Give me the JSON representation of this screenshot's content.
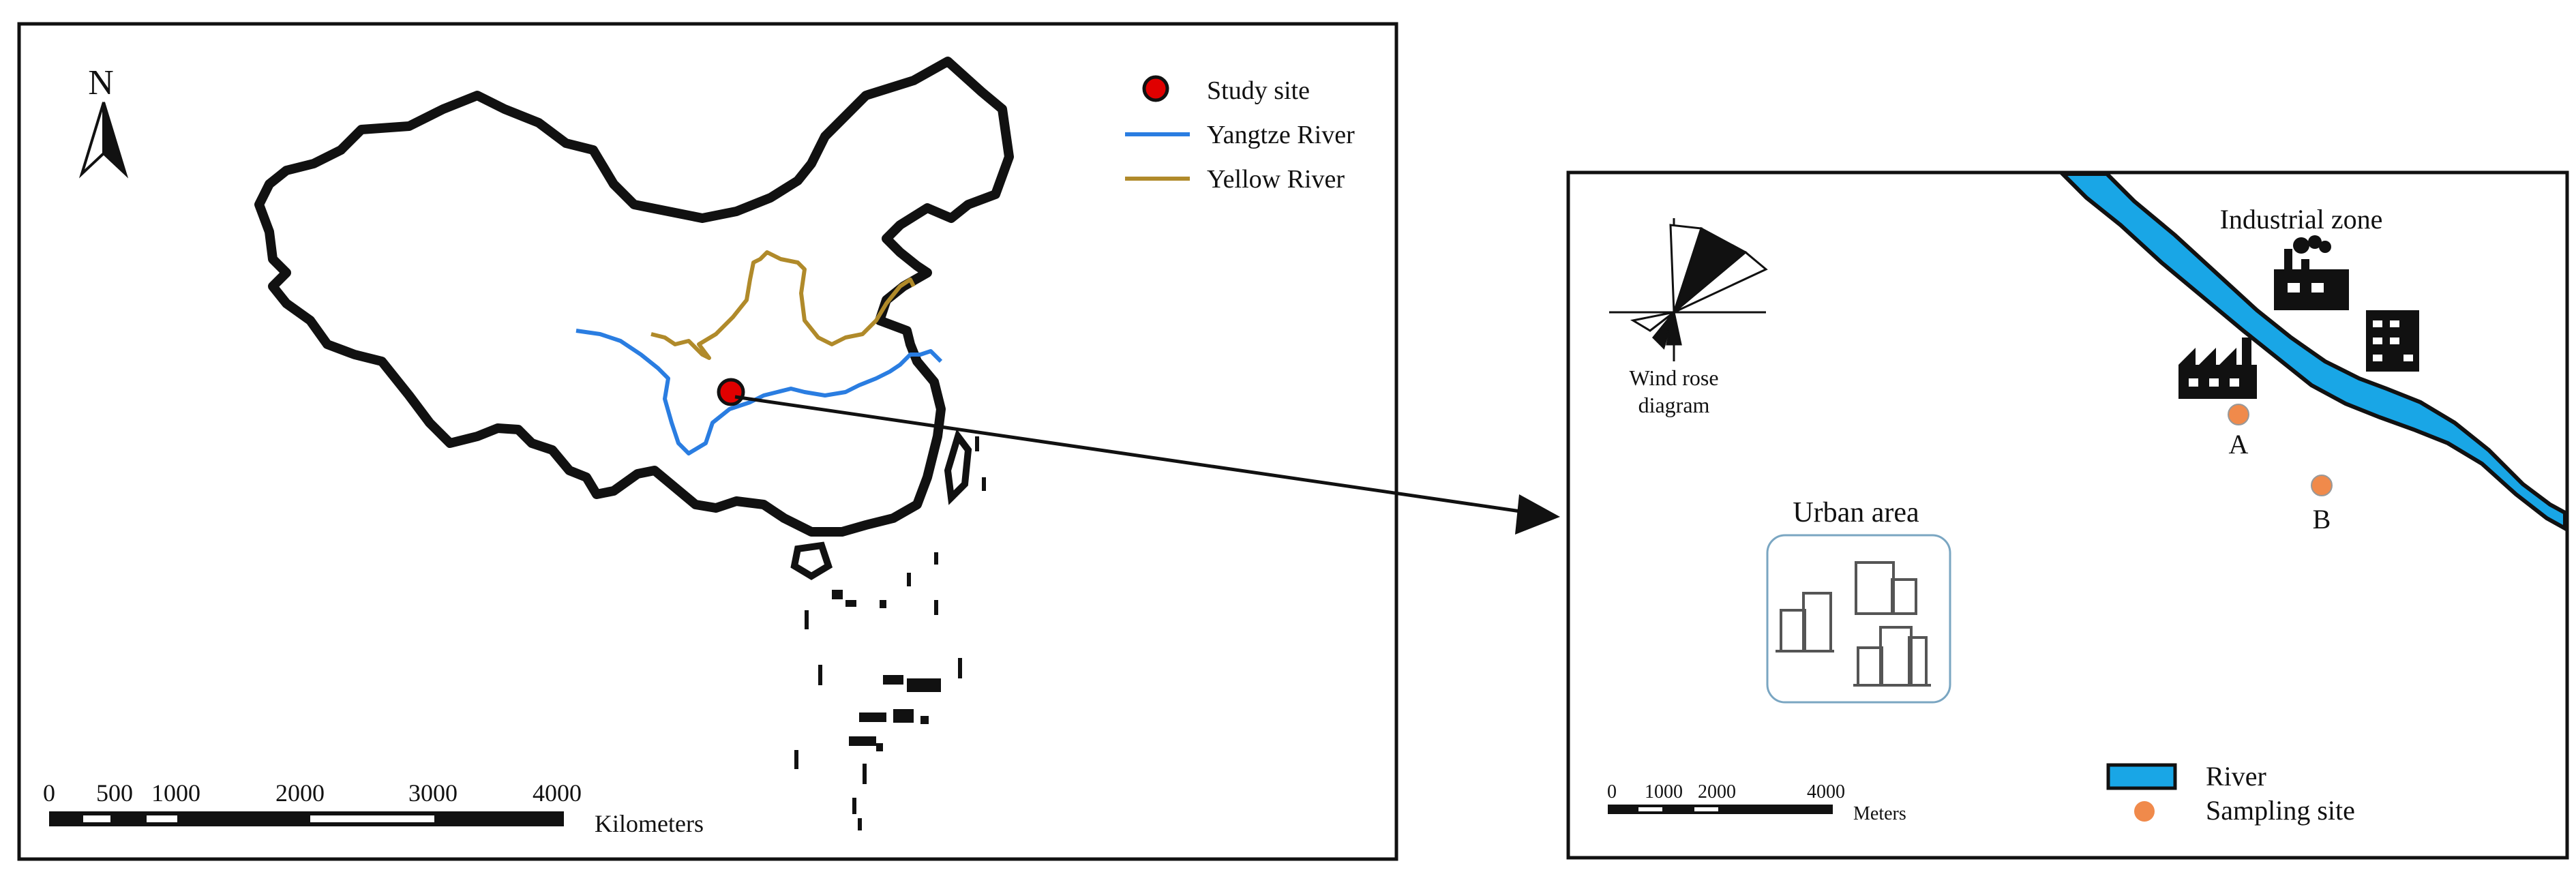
{
  "left_map": {
    "north_label": "N",
    "legend": [
      {
        "label": "Study site",
        "color": "#e00000",
        "kind": "point"
      },
      {
        "label": "Yangtze River",
        "color": "#2a7de1",
        "kind": "line"
      },
      {
        "label": "Yellow River",
        "color": "#b08a2a",
        "kind": "line"
      }
    ],
    "scale": {
      "ticks": [
        "0",
        "500",
        "1000",
        "2000",
        "3000",
        "4000"
      ],
      "unit": "Kilometers"
    }
  },
  "right_map": {
    "wind_rose_label": [
      "Wind rose",
      "diagram"
    ],
    "industrial_label": "Industrial zone",
    "urban_label": "Urban area",
    "site_a": "A",
    "site_b": "B",
    "legend": [
      {
        "label": "River",
        "color": "#19a6e6",
        "kind": "band"
      },
      {
        "label": "Sampling site",
        "color": "#f08a4b",
        "kind": "point"
      }
    ],
    "scale": {
      "ticks": [
        "0",
        "1000",
        "2000",
        "4000"
      ],
      "unit": "Meters"
    }
  },
  "colors": {
    "river_fill": "#19a6e6",
    "sampling": "#f08a4b",
    "study_site": "#e00000",
    "yangtze": "#2a7de1",
    "yellow": "#b08a2a",
    "urban_box": "#7aa6c2"
  }
}
